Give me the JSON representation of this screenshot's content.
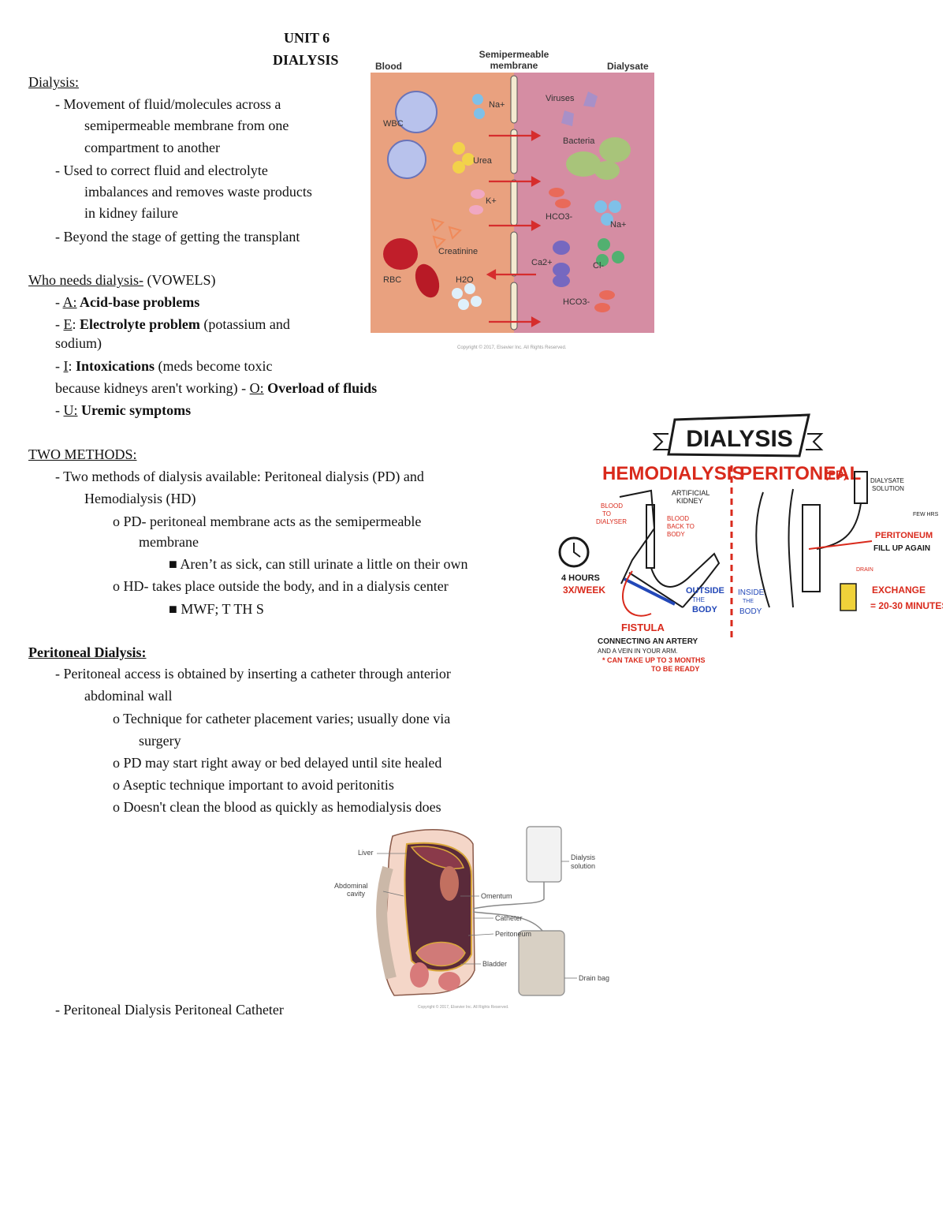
{
  "header": {
    "unit": "UNIT 6",
    "topic": "DIALYSIS"
  },
  "dialysis_section": {
    "heading": "Dialysis:",
    "lines": [
      "- Movement of fluid/molecules across a",
      "semipermeable membrane from one",
      "compartment to another",
      "- Used to correct fluid and electrolyte",
      "imbalances and removes waste products",
      "in kidney failure",
      "- Beyond the stage of getting the transplant"
    ]
  },
  "who_needs": {
    "heading": "Who needs dialysis-",
    "heading_suffix": " (VOWELS)",
    "a": {
      "dash": "- ",
      "letter": "A:",
      "bold": " Acid-base problems"
    },
    "e": {
      "dash": "- ",
      "letter": "E",
      "colon": ":",
      "bold": " Electrolyte problem",
      "rest": " (potassium and"
    },
    "e_cont": "sodium)",
    "i": {
      "dash": "- ",
      "letter": "I",
      "colon": ":",
      "bold": " Intoxications",
      "rest": " (meds become toxic"
    },
    "i_cont": "because kidneys aren't working) - ",
    "o": {
      "letter": "O:",
      "bold": " Overload of fluids"
    },
    "u": {
      "dash": "- ",
      "letter": "U:",
      "bold": " Uremic symptoms"
    }
  },
  "two_methods": {
    "heading": "TWO METHODS:",
    "lines": [
      "- Two methods of dialysis available: Peritoneal dialysis (PD) and",
      "Hemodialysis (HD)",
      "o PD- peritoneal membrane acts as the semipermeable",
      "membrane",
      "■ Aren’t as sick, can still urinate a little on their own",
      "o HD- takes place outside the body, and in a dialysis center",
      "■ MWF; T TH S"
    ]
  },
  "peritoneal": {
    "heading": "Peritoneal Dialysis:",
    "lines": [
      "- Peritoneal access is obtained by inserting a catheter through anterior",
      "abdominal wall",
      "o Technique for catheter placement varies; usually done via",
      "surgery",
      "o PD may start right away or bed delayed until site healed",
      "o Aseptic technique important to avoid peritonitis",
      "o Doesn't clean the blood as quickly as hemodialysis does"
    ],
    "footer_line": "- Peritoneal Dialysis Peritoneal Catheter"
  },
  "figure_membrane": {
    "labels": {
      "blood": "Blood",
      "membrane1": "Semipermeable",
      "membrane2": "membrane",
      "dialysate": "Dialysate",
      "wbc": "WBC",
      "na": "Na+",
      "viruses": "Viruses",
      "bacteria": "Bacteria",
      "urea": "Urea",
      "k": "K+",
      "hco3a": "HCO3-",
      "na2": "Na+",
      "creatinine": "Creatinine",
      "ca": "Ca2+",
      "cl": "Cl-",
      "rbc": "RBC",
      "h2o": "H2O",
      "hco3b": "HCO3-",
      "copyright": "Copyright © 2017, Elsevier Inc. All Rights Reserved."
    },
    "colors": {
      "blood_bg": "#e8a07e",
      "dialysate_bg": "#d48aa0",
      "arrow": "#d62d2d"
    }
  },
  "figure_sketch": {
    "labels": {
      "title": "DIALYSIS",
      "hemo": "HEMODIALYSIS",
      "peri": "PERITONEAL",
      "peri_pd": "(PD)",
      "art_kidney1": "ARTIFICIAL",
      "art_kidney2": "KIDNEY",
      "blood_to1": "BLOOD",
      "blood_to2": "TO",
      "blood_to3": "DIALYSER",
      "blood_back1": "BLOOD",
      "blood_back2": "BACK TO",
      "blood_back3": "BODY",
      "hours1": "4 HOURS",
      "hours2": "3X/WEEK",
      "outside1": "OUTSIDE",
      "outside2": "THE",
      "outside3": "BODY",
      "inside1": "INSIDE",
      "inside2": "THE",
      "inside3": "BODY",
      "fistula": "FISTULA",
      "fist1": "CONNECTING AN ARTERY",
      "fist2": "AND A VEIN IN YOUR ARM.",
      "fist3": "* CAN TAKE UP TO 3 MONTHS",
      "fist4": "TO BE READY",
      "dial_sol1": "DIALYSATE",
      "dial_sol2": "SOLUTION",
      "few_hrs": "FEW HRS",
      "peri_fill1": "PERITONEUM",
      "peri_fill2": "FILL UP AGAIN",
      "drain": "DRAIN",
      "exch1": "EXCHANGE",
      "exch2": "= 20-30 MINUTES"
    },
    "colors": {
      "red": "#d92a1c",
      "blue": "#2348b8",
      "ink": "#1a1a1a"
    }
  },
  "figure_peritoneal": {
    "labels": {
      "liver": "Liver",
      "abd1": "Abdominal",
      "abd2": "cavity",
      "omentum": "Omentum",
      "catheter": "Catheter",
      "peritoneum": "Peritoneum",
      "bladder": "Bladder",
      "dial1": "Dialysis",
      "dial2": "solution",
      "drain": "Drain bag",
      "copyright": "Copyright © 2017, Elsevier Inc. All Rights Reserved."
    }
  }
}
